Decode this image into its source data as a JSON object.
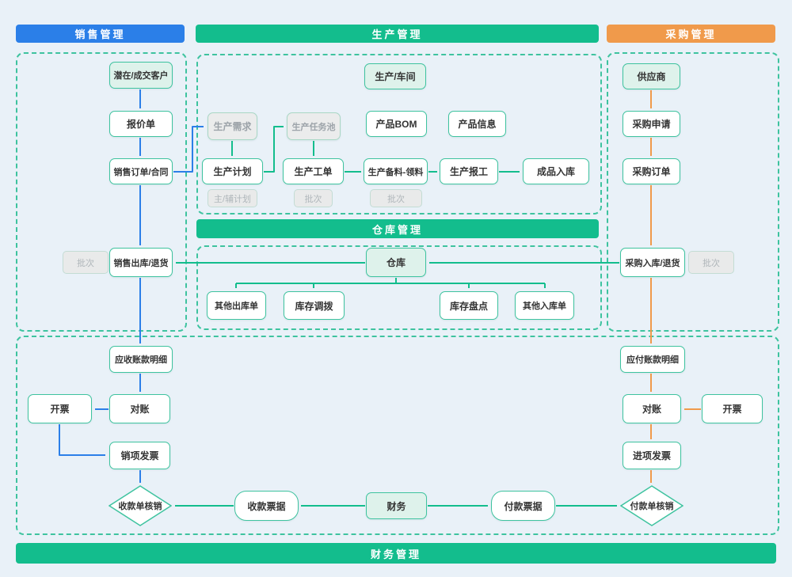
{
  "colors": {
    "bg": "#E9F1F8",
    "blue": "#2B7FE8",
    "green": "#13BD8D",
    "orange": "#F09A4B",
    "node_border": "#3EC39F",
    "tint_fill": "#DEF2EB",
    "gray_fill": "#EBECEC",
    "gray_border": "#A9D7C5",
    "gray_text": "#9CA3A9",
    "badge_fill": "#E9EAEA",
    "badge_border": "#C3DCD4",
    "badge_text": "#AFB6BA",
    "text": "#333333"
  },
  "headers": {
    "sales": "销售管理",
    "production": "生产管理",
    "procurement": "采购管理",
    "warehouse": "仓库管理",
    "finance": "财务管理"
  },
  "nodes": {
    "customer": "潜在/成交客户",
    "quotation": "报价单",
    "sales_order": "销售订单/合同",
    "batch_sales": "批次",
    "sales_outbound": "销售出库/退货",
    "workshop": "生产/车间",
    "prod_demand": "生产需求",
    "prod_task_pool": "生产任务池",
    "product_bom": "产品BOM",
    "product_info": "产品信息",
    "prod_plan": "生产计划",
    "main_aux_plan": "主/辅计划",
    "prod_workorder": "生产工单",
    "batch_workorder": "批次",
    "prod_material": "生产备料-领料",
    "batch_material": "批次",
    "prod_report": "生产报工",
    "finished_inbound": "成品入库",
    "warehouse": "仓库",
    "other_outbound": "其他出库单",
    "stock_transfer": "库存调拨",
    "stock_check": "库存盘点",
    "other_inbound": "其他入库单",
    "supplier": "供应商",
    "purchase_request": "采购申请",
    "purchase_order": "采购订单",
    "purchase_inbound": "采购入库/退货",
    "batch_purchase": "批次",
    "ar_detail": "应收账款明细",
    "invoice_left": "开票",
    "reconcile_left": "对账",
    "sales_invoice": "销项发票",
    "receipt_writeoff": "收款单核销",
    "receipt_bill": "收款票据",
    "finance": "财务",
    "payment_bill": "付款票据",
    "payment_writeoff": "付款单核销",
    "ap_detail": "应付账款明细",
    "reconcile_right": "对账",
    "invoice_right": "开票",
    "purchase_invoice": "进项发票"
  }
}
